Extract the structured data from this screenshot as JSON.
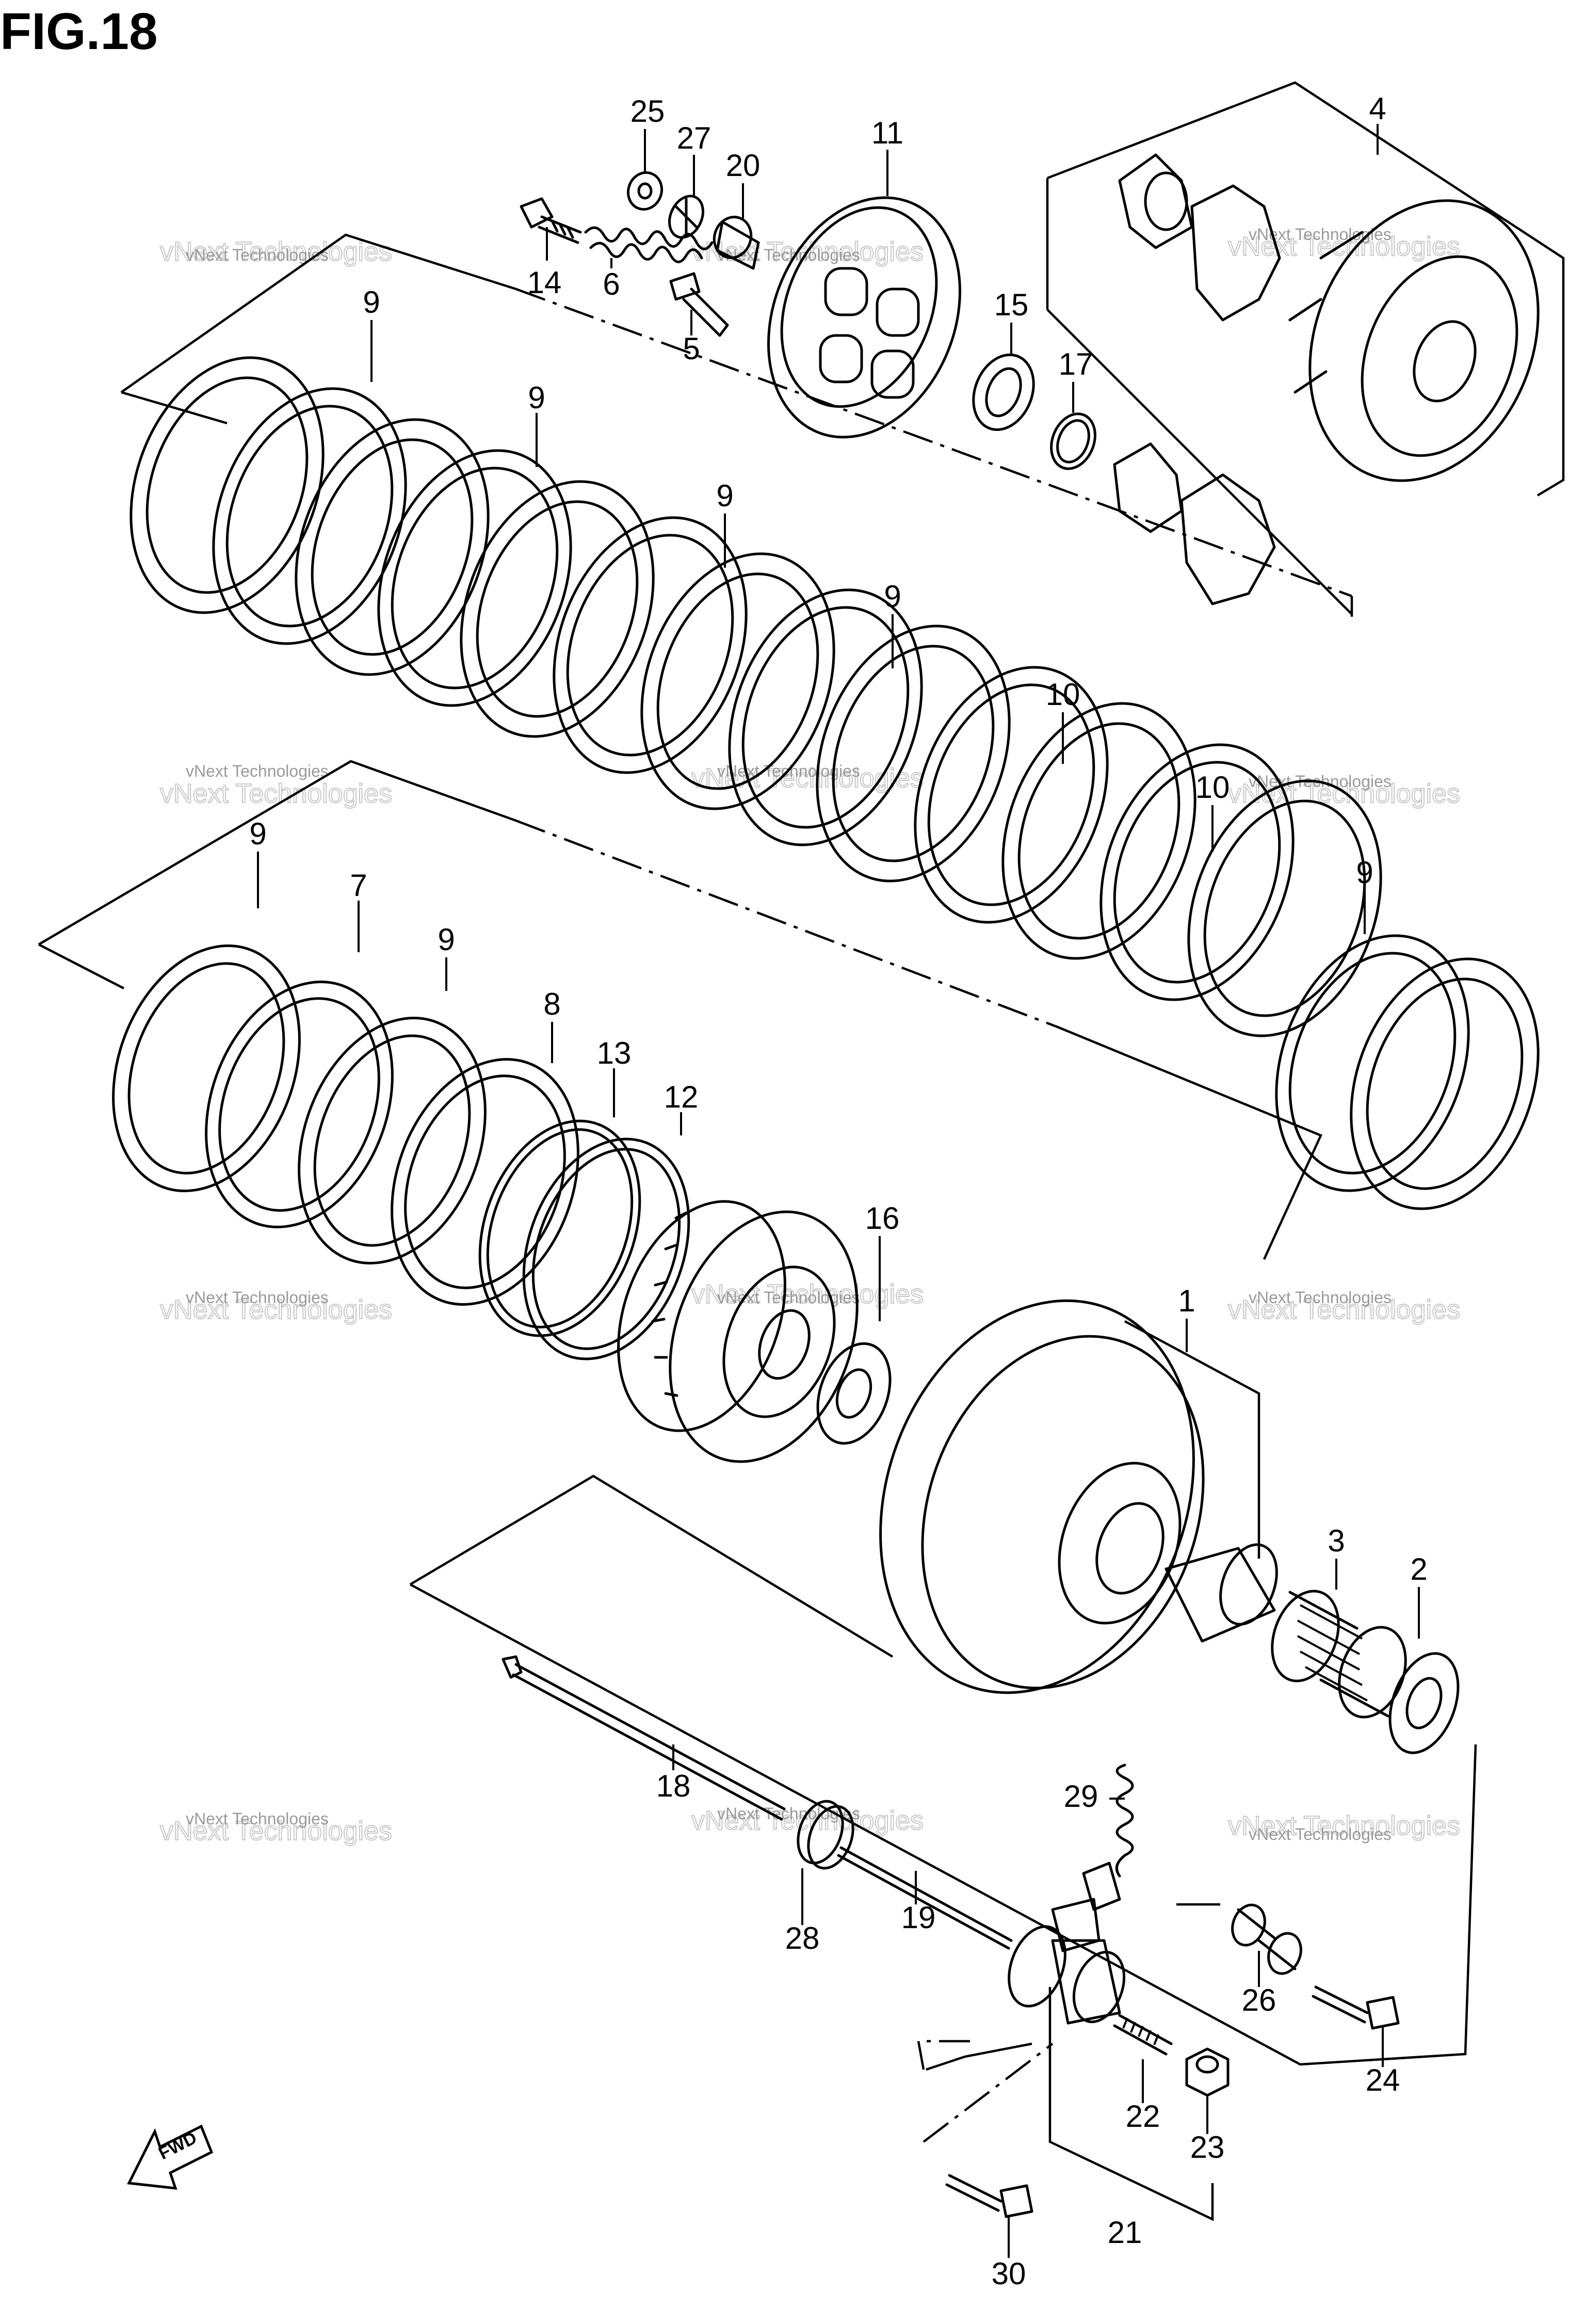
{
  "figure": {
    "title": "FIG.18"
  },
  "direction_badge": {
    "label": "FWD",
    "icon": "forward-arrow-icon"
  },
  "watermark": {
    "line1": "vNext Technologies",
    "line2": "vNext Technologies"
  },
  "parts": [
    {
      "number": "1"
    },
    {
      "number": "2"
    },
    {
      "number": "3"
    },
    {
      "number": "4"
    },
    {
      "number": "5"
    },
    {
      "number": "6"
    },
    {
      "number": "7"
    },
    {
      "number": "8"
    },
    {
      "number": "9"
    },
    {
      "number": "10"
    },
    {
      "number": "11"
    },
    {
      "number": "12"
    },
    {
      "number": "13"
    },
    {
      "number": "14"
    },
    {
      "number": "15"
    },
    {
      "number": "16"
    },
    {
      "number": "17"
    },
    {
      "number": "18"
    },
    {
      "number": "19"
    },
    {
      "number": "20"
    },
    {
      "number": "21"
    },
    {
      "number": "22"
    },
    {
      "number": "23"
    },
    {
      "number": "24"
    },
    {
      "number": "25"
    },
    {
      "number": "26"
    },
    {
      "number": "27"
    },
    {
      "number": "28"
    },
    {
      "number": "29"
    },
    {
      "number": "30"
    }
  ]
}
